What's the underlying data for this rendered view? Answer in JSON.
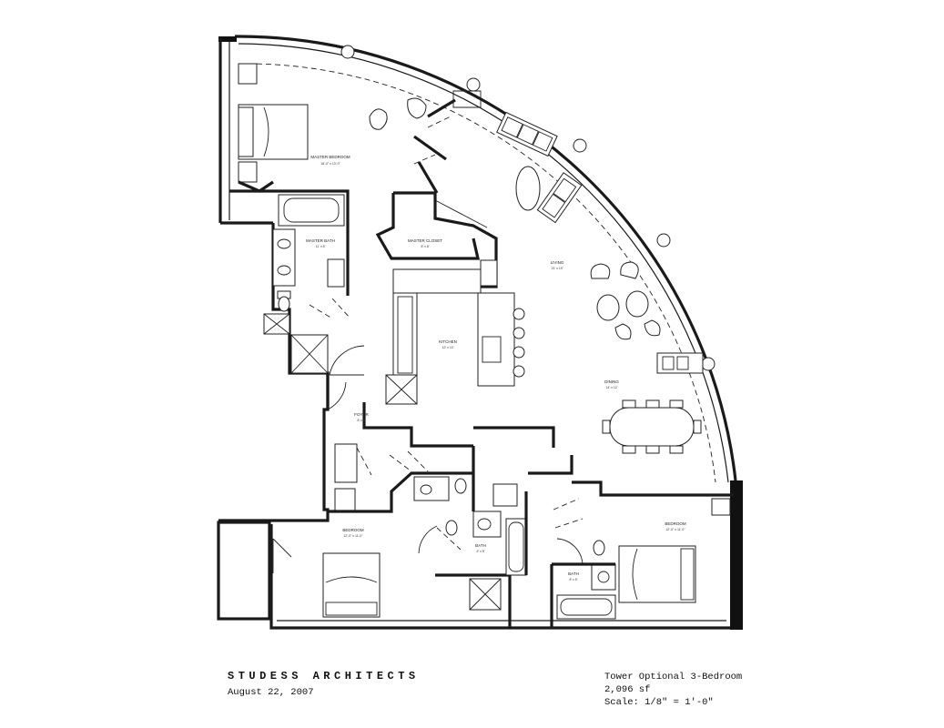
{
  "plan": {
    "rooms": [
      {
        "id": "master-bedroom",
        "name": "MASTER BEDROOM",
        "dims": "18'-0\" x 13'-0\""
      },
      {
        "id": "master-bath",
        "name": "MASTER BATH",
        "dims": "11' x 8'"
      },
      {
        "id": "master-closet",
        "name": "MASTER CLOSET",
        "dims": "8' x 8'"
      },
      {
        "id": "living",
        "name": "LIVING",
        "dims": "21' x 19'"
      },
      {
        "id": "kitchen",
        "name": "KITCHEN",
        "dims": "12' x 10'"
      },
      {
        "id": "dining",
        "name": "DINING",
        "dims": "14' x 12'"
      },
      {
        "id": "foyer",
        "name": "FOYER",
        "dims": "8' x 8'"
      },
      {
        "id": "bedroom-2",
        "name": "BEDROOM",
        "dims": "12'-0\" x 11'-0\""
      },
      {
        "id": "bath-2",
        "name": "BATH",
        "dims": "9' x 5'"
      },
      {
        "id": "bedroom-3",
        "name": "BEDROOM",
        "dims": "12'-0\" x 11'-0\""
      },
      {
        "id": "bath-3",
        "name": "BATH",
        "dims": "8' x 5'"
      }
    ]
  },
  "title_block": {
    "firm": "STUDESS ARCHITECTS",
    "date": "August 22, 2007",
    "plan_name": "Tower Optional 3-Bedroom",
    "area": "2,096 sf",
    "scale": "Scale: 1/8\" = 1'-0\""
  },
  "colors": {
    "line": "#1a1a1a",
    "wall_fill": "#111111",
    "background": "#ffffff"
  }
}
